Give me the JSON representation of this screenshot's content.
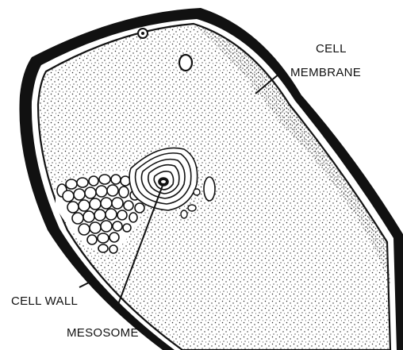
{
  "labels": {
    "cell_membrane_line1": "CELL",
    "cell_membrane_line2": "MEMBRANE",
    "cell_wall": "CELL WALL",
    "mesosome": "MESOSOME"
  },
  "colors": {
    "ink": "#111111",
    "cytoplasm": "#ffffff",
    "background": "#ffffff"
  }
}
